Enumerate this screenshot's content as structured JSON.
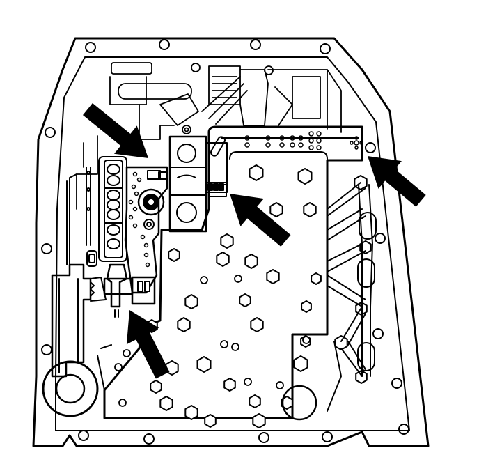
{
  "colors": {
    "ink": "#000000",
    "paper": "#ffffff"
  },
  "subject": {
    "parts": [
      "case-outline",
      "valve-body",
      "bolt-heads",
      "ball-pockets",
      "solenoid-harness",
      "connector",
      "manual-valve",
      "pressure-switch-block"
    ]
  },
  "callout_arrows": [
    {
      "name": "arrow-upper-left",
      "direction": "down-right"
    },
    {
      "name": "arrow-right",
      "direction": "up-left"
    },
    {
      "name": "arrow-center",
      "direction": "up-left"
    },
    {
      "name": "arrow-lower-left",
      "direction": "up-left"
    }
  ]
}
